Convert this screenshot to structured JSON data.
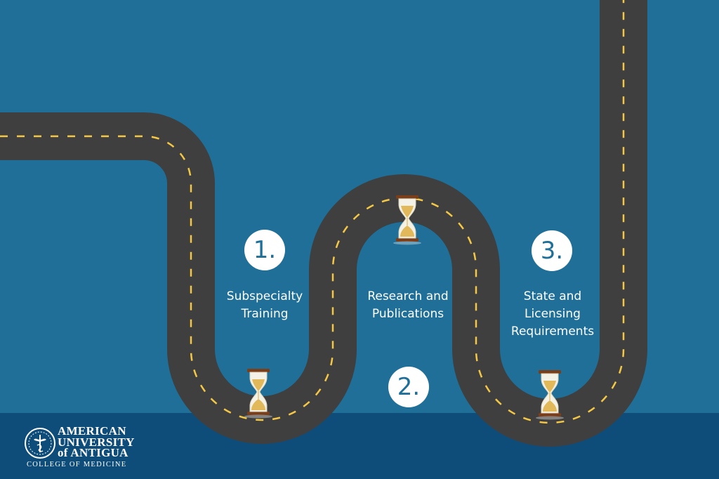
{
  "colors": {
    "sky": "#1f6f98",
    "ground": "#0e4d79",
    "road": "#3f3f3f",
    "dash": "#f4c745",
    "text": "#ffffff"
  },
  "steps": [
    {
      "number": "1.",
      "label_lines": [
        "Subspecialty",
        "Training"
      ]
    },
    {
      "number": "2.",
      "label_lines": [
        "Research and",
        "Publications"
      ]
    },
    {
      "number": "3.",
      "label_lines": [
        "State and",
        "Licensing",
        "Requirements"
      ]
    }
  ],
  "icons": [
    "hourglass-icon",
    "hourglass-icon",
    "hourglass-icon"
  ],
  "logo": {
    "name_lines": [
      "AMERICAN",
      "UNIVERSITY",
      "of ANTIGUA"
    ],
    "subtitle": "COLLEGE OF MEDICINE"
  }
}
